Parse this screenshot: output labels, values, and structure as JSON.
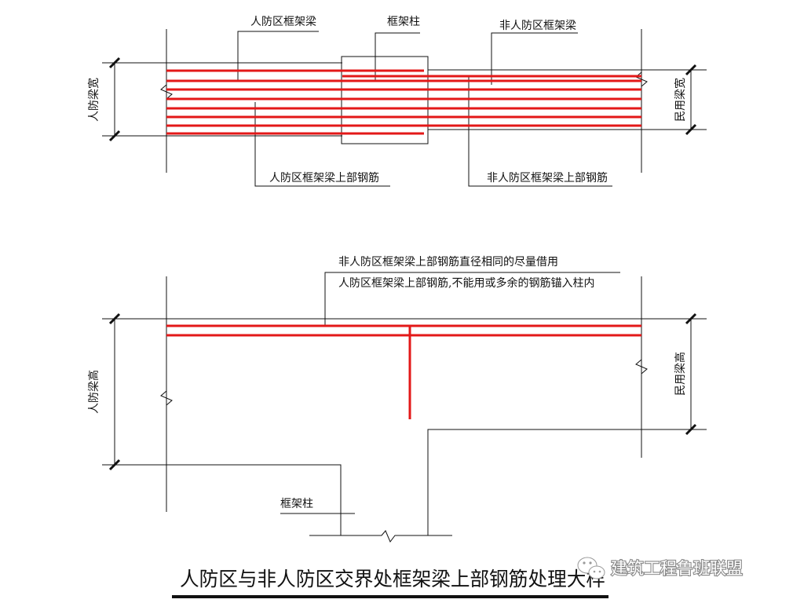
{
  "colors": {
    "rebar": "#e31818",
    "line": "#111111",
    "background": "#ffffff"
  },
  "top_view": {
    "label_rf_beam": "人防区框架梁",
    "label_column": "框架柱",
    "label_non_rf_beam": "非人防区框架梁",
    "label_rf_width": "人防梁宽",
    "label_civil_width": "民用梁宽",
    "label_rf_top_rebar": "人防区框架梁上部钢筋",
    "label_non_rf_top_rebar": "非人防区框架梁上部钢筋"
  },
  "elevation": {
    "note_line1": "非人防区框架梁上部钢筋直径相同的尽量借用",
    "note_line2": "人防区框架梁上部钢筋,不能用或多余的钢筋锚入柱内",
    "label_rf_height": "人防梁高",
    "label_civil_height": "民用梁高",
    "label_column": "框架柱"
  },
  "title": "人防区与非人防区交界处框架梁上部钢筋处理大样",
  "watermark": {
    "icon": "wechat-icon",
    "text": "建筑工程鲁班联盟"
  }
}
